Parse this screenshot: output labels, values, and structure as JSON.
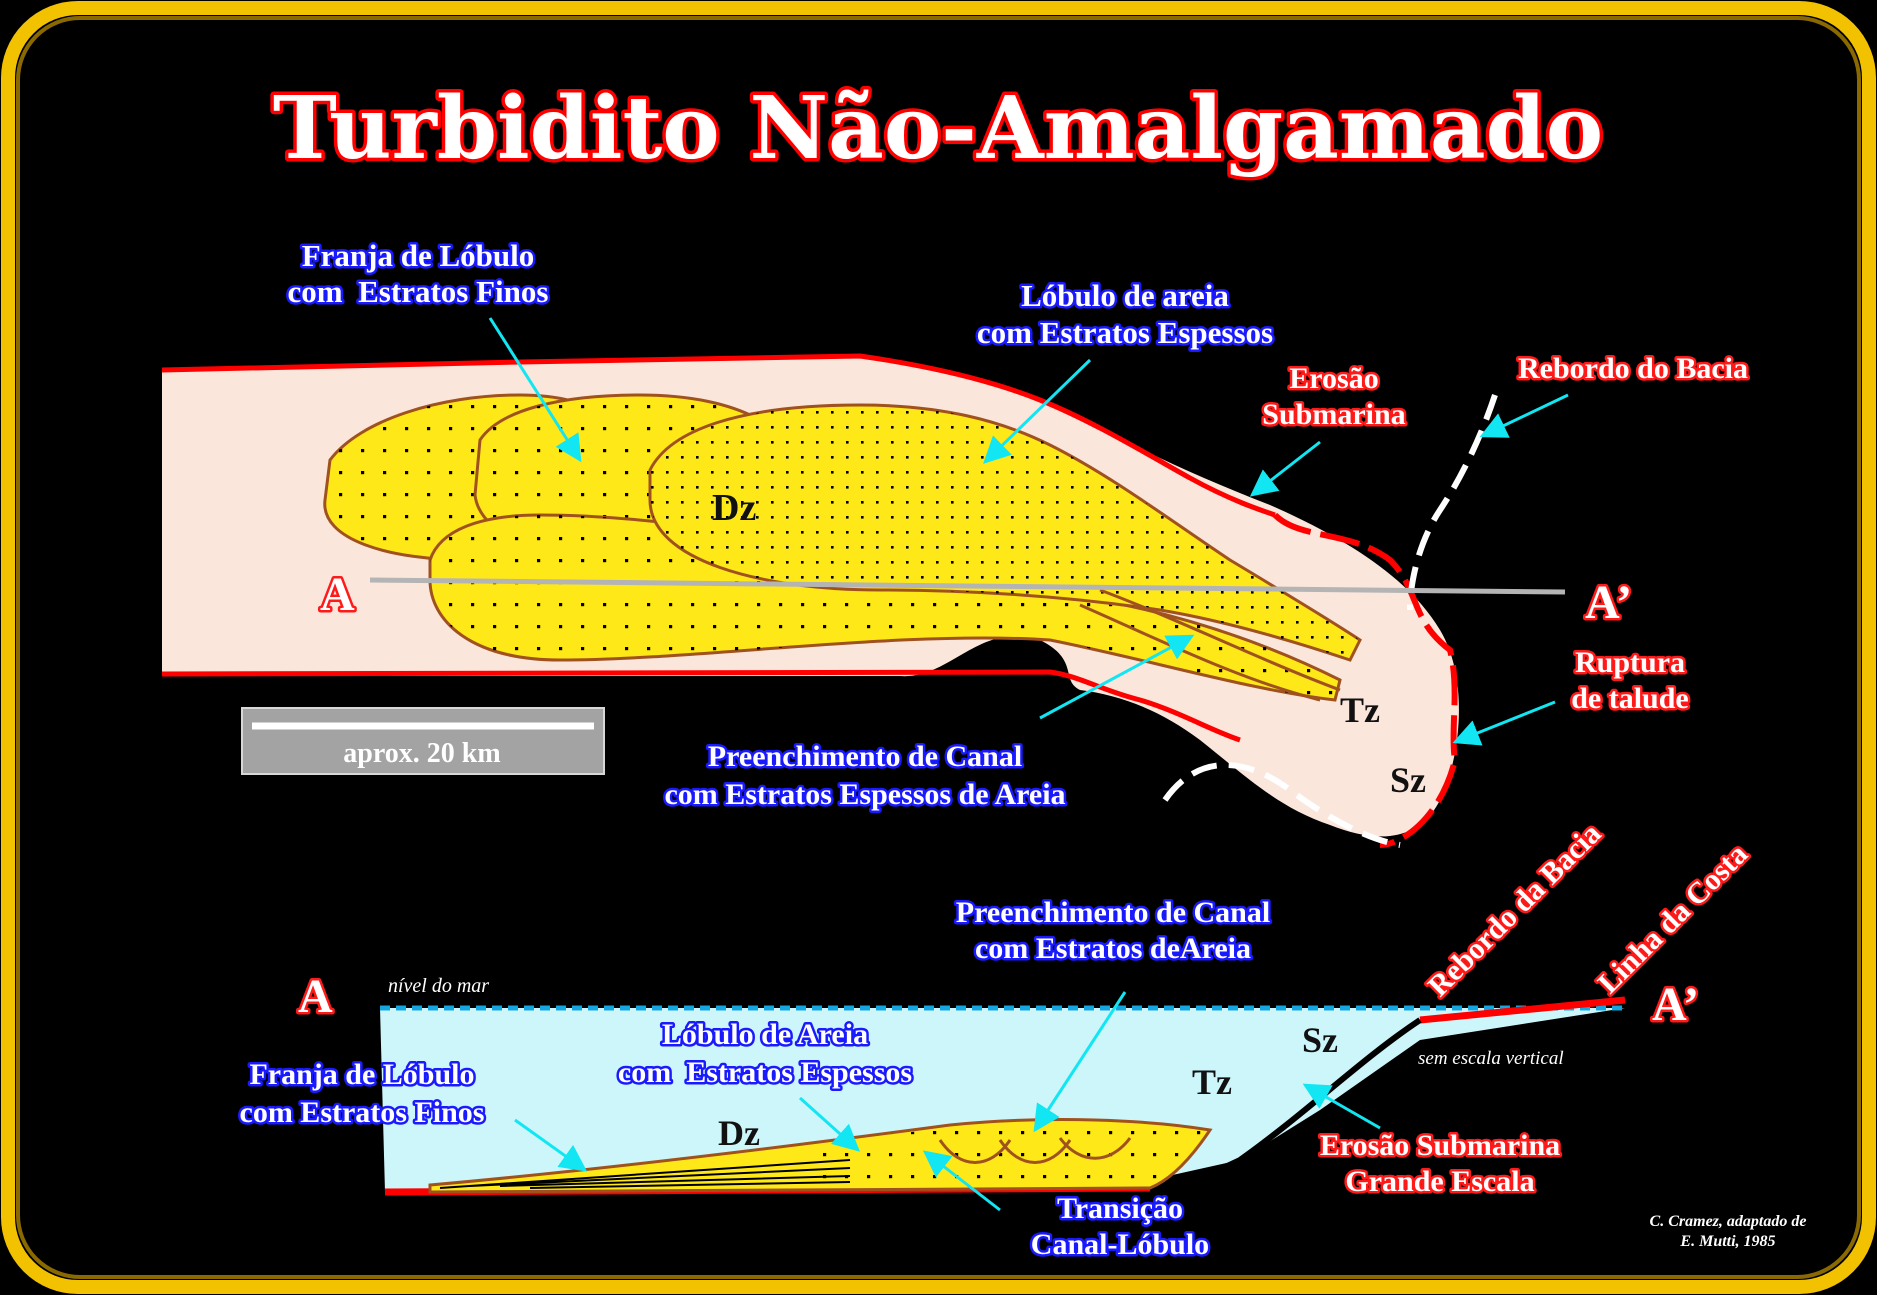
{
  "title": "Turbidito Não-Amalgamado",
  "plan_view": {
    "fringe_label": [
      "Franja de Lóbulo",
      "com  Estratos Finos"
    ],
    "sand_lobe_label": [
      "Lóbulo de areia",
      "com Estratos Espessos"
    ],
    "erosion_label": [
      "Erosão",
      "Submarina"
    ],
    "shelf_edge_label": "Rebordo do Bacia",
    "slope_break_label": [
      "Ruptura",
      "de talude"
    ],
    "channel_fill_label": [
      "Preenchimento de Canal",
      "com Estratos Espessos de Areia"
    ],
    "section_start": "A",
    "section_end": "A’",
    "zone_dz": "Dz",
    "zone_tz": "Tz",
    "zone_sz": "Sz",
    "scale_label": "aprox. 20 km"
  },
  "cross_section": {
    "start": "A",
    "end": "A’",
    "sea_level": "nível do mar",
    "no_vertical_scale": "sem escala vertical",
    "shelf_edge_label": "Rebordo da Bacia",
    "coastline_label": "Linha da Costa",
    "channel_fill_label": [
      "Preenchimento de Canal",
      "com Estratos deAreia"
    ],
    "sand_lobe_label": [
      "Lóbulo de Areia",
      "com  Estratos Espessos"
    ],
    "fringe_label": [
      "Franja de Lóbulo",
      "com Estratos Finos"
    ],
    "transition_label": [
      "Transição",
      "Canal-Lóbulo"
    ],
    "erosion_label": [
      "Erosão Submarina",
      "Grande Escala"
    ],
    "zone_dz": "Dz",
    "zone_tz": "Tz",
    "zone_sz": "Sz"
  },
  "credit": [
    "C. Cramez, adaptado de",
    "E. Mutti, 1985"
  ],
  "colors": {
    "frame_gold": "#f2c200",
    "background": "#000000",
    "plain_fill": "#fbe6dc",
    "sand_fill": "#ffe818",
    "water_fill": "#cdf6fb",
    "arrow": "#11e6f2",
    "erosion_red": "#ff0000",
    "outline_brown": "#a0521e"
  }
}
